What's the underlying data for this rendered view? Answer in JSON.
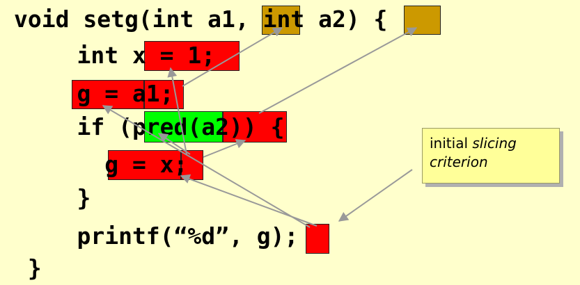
{
  "code_lines": [
    "void setg(int a1, int a2) {",
    "    int x = 1;",
    "    g = a1;",
    "    if (pred(a2)) {",
    "      g = x;",
    "    }",
    "    printf(“%d”, g);",
    " }"
  ],
  "callout": {
    "line1_plain": "initial ",
    "line1_italic": "slicing",
    "line2_italic": "criterion"
  },
  "colors": {
    "background": "#ffffcc",
    "slice_highlight": "#ff0000",
    "parameter_highlight": "#cc9900",
    "predicate_highlight": "#00ff00",
    "arrow": "#999999",
    "callout_background": "#ffff99"
  }
}
